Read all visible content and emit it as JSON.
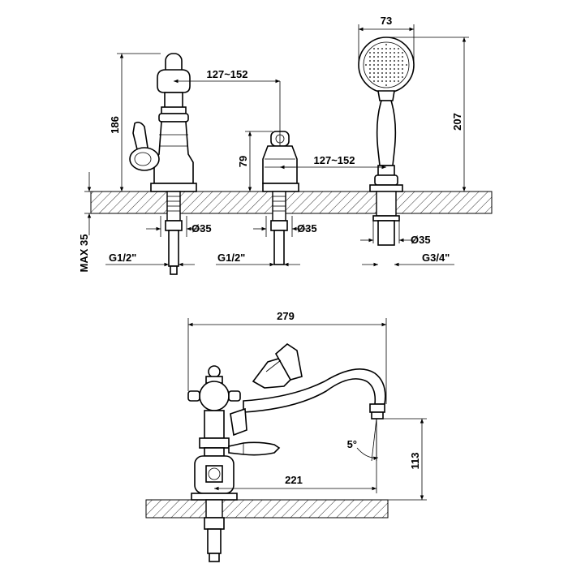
{
  "top_view": {
    "dim_height_main": "186",
    "dim_spacing_1": "127~152",
    "dim_height_valve": "79",
    "dim_spacing_2": "127~152",
    "dim_shower_width": "73",
    "dim_height_shower": "207",
    "dim_max_thickness": "MAX 35",
    "dim_hole_1": "Ø35",
    "dim_hole_2": "Ø35",
    "dim_hole_3": "Ø35",
    "thread_1": "G1/2\"",
    "thread_2": "G1/2\"",
    "thread_3": "G3/4\""
  },
  "side_view": {
    "dim_total_length": "279",
    "dim_reach": "221",
    "dim_spout_height": "113",
    "dim_angle": "5°"
  }
}
